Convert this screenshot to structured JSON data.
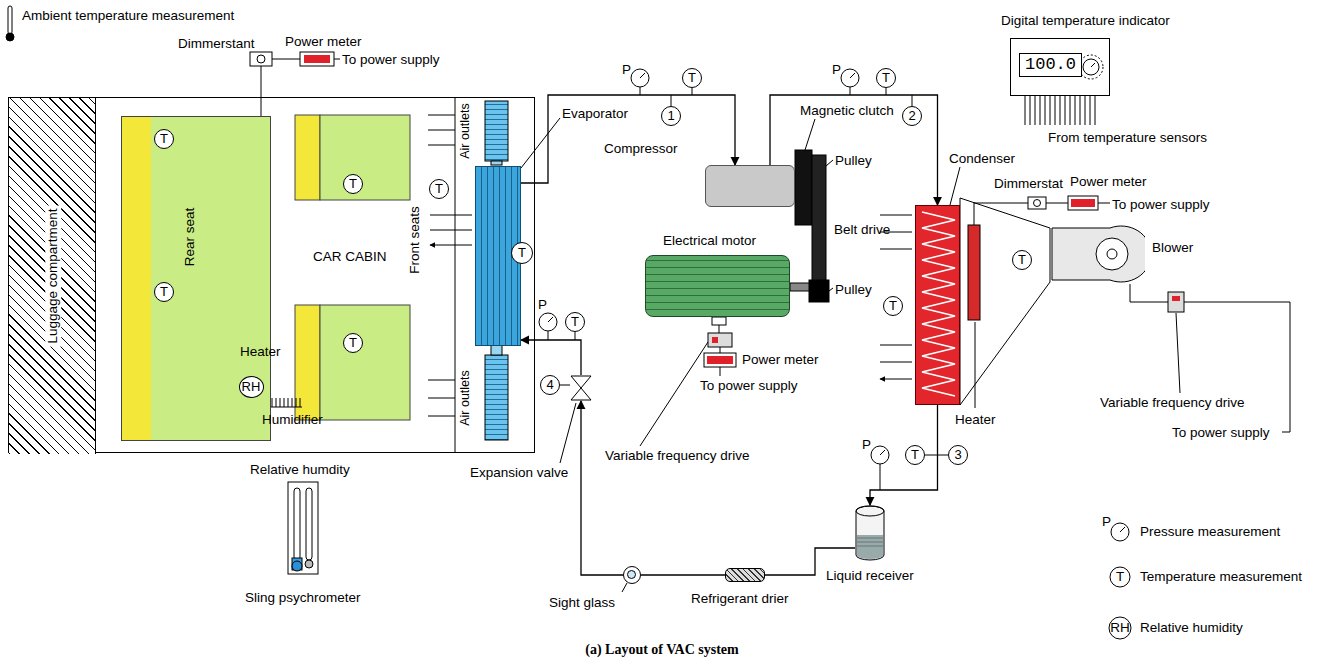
{
  "diagram": {
    "caption": "(a) Layout of VAC system",
    "nodes": [
      {
        "text": [
          "CAR CABIN"
        ]
      },
      {
        "text": [
          "Luggage compartment"
        ],
        "in": 0
      },
      {
        "text": [
          "Rear seat"
        ],
        "in": 0
      },
      {
        "text": [
          "T"
        ],
        "in": 2
      },
      {
        "text": [
          "T"
        ],
        "in": 2
      },
      {
        "text": [
          "T"
        ],
        "in": 0
      },
      {
        "text": [
          "T"
        ],
        "in": 0
      },
      {
        "text": [
          "T"
        ],
        "in": 0
      },
      {
        "text": [
          "RH"
        ],
        "in": 0
      },
      {
        "text": [
          "Evaporator"
        ],
        "in": 0
      },
      {
        "text": [
          "T"
        ],
        "in": 9
      },
      {
        "text": [
          "Compressor"
        ]
      },
      {
        "text": [
          "1"
        ]
      },
      {
        "text": [
          "T"
        ]
      },
      {
        "text": [
          "2"
        ]
      },
      {
        "text": [
          "T"
        ]
      },
      {
        "text": [
          "Digital temperature indicator",
          "100.0"
        ]
      },
      {
        "text": [
          "Condenser"
        ]
      },
      {
        "text": [
          "T"
        ]
      },
      {
        "text": [
          "T"
        ]
      },
      {
        "text": [
          "3"
        ]
      },
      {
        "text": [
          "T"
        ]
      },
      {
        "text": [
          "Liquid receiver"
        ]
      },
      {
        "text": [
          "Refrigerant drier"
        ]
      },
      {
        "text": [
          "Sight glass"
        ]
      },
      {
        "text": [
          "Expansion valve"
        ]
      },
      {
        "text": [
          "4"
        ]
      },
      {
        "text": [
          "T"
        ]
      },
      {
        "text": [
          "Electrical motor"
        ]
      },
      {
        "text": [
          "Blower"
        ]
      }
    ],
    "edges": [
      {
        "from": 9,
        "to": 11,
        "arrow": "to"
      },
      {
        "from": 11,
        "to": 17,
        "arrow": "to"
      },
      {
        "from": 17,
        "to": 22,
        "arrow": "to"
      },
      {
        "from": 22,
        "to": 23,
        "arrow": "none"
      },
      {
        "from": 23,
        "to": 24,
        "arrow": "none"
      },
      {
        "from": 24,
        "to": 25,
        "arrow": "to"
      },
      {
        "from": 25,
        "to": 9,
        "arrow": "to"
      }
    ],
    "labels": [
      "Ambient temperature measurement",
      "Dimmerstant",
      "Power meter",
      "To power supply",
      "Air outlets",
      "Air outlets",
      "Front seats",
      "Heater",
      "Humidifier",
      "Relative humdity",
      "Sling psychrometer",
      "P",
      "P",
      "Magnetic clutch",
      "Pulley",
      "Belt drive",
      "Pulley",
      "Power meter",
      "To power supply",
      "Variable frequency drive",
      "From temperature sensors",
      "Dimmerstat",
      "Power meter",
      "To power supply",
      "Heater",
      "Variable frequency drive",
      "To power supply",
      "P",
      "P",
      "P",
      "T",
      "RH"
    ],
    "legend": [
      {
        "text": "Pressure measurement"
      },
      {
        "text": "Temperature measurement"
      },
      {
        "text": "Relative humidity"
      }
    ]
  }
}
